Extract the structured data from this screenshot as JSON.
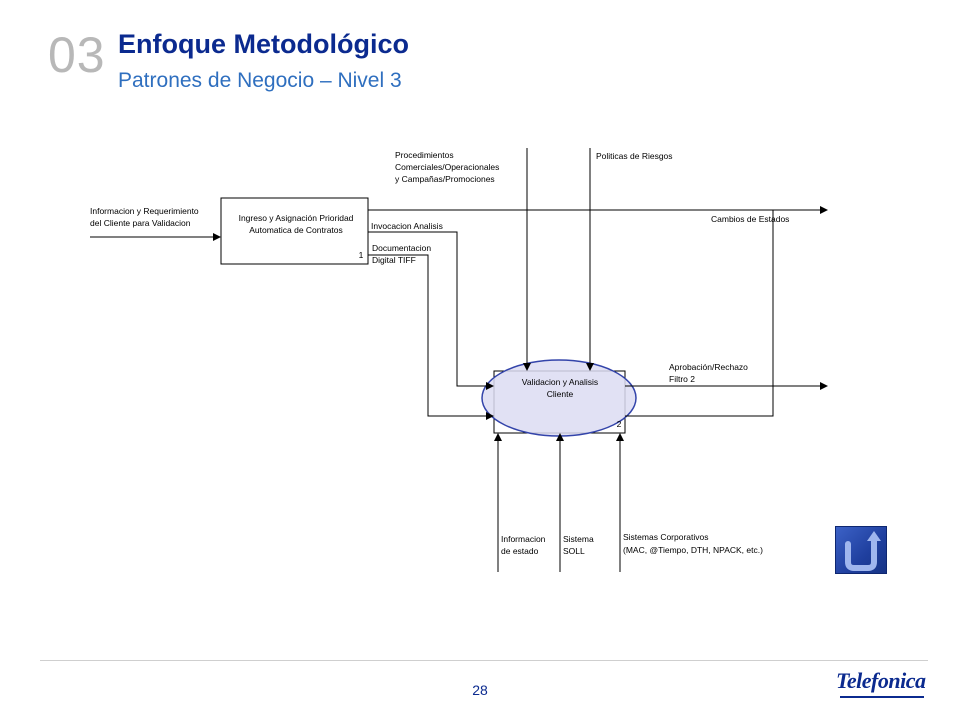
{
  "header": {
    "section_number": "03",
    "title": "Enfoque Metodológico",
    "subtitle": "Patrones de Negocio – Nivel 3"
  },
  "diagram": {
    "boxes": [
      {
        "number": "1",
        "label_lines": [
          "Ingreso y Asignación Prioridad",
          "Automatica de Contratos"
        ]
      },
      {
        "number": "2",
        "label_lines": [
          "Validacion y Analisis",
          "Cliente"
        ]
      }
    ],
    "inputs": {
      "box1": [
        "Informacion y Requerimiento",
        "del Cliente para Validacion"
      ]
    },
    "controls": {
      "procedimientos": [
        "Procedimientos",
        "Comerciales/Operacionales",
        "y Campañas/Promociones"
      ],
      "politicas": [
        "Politicas de Riesgos"
      ]
    },
    "mechanisms": {
      "info_estado": [
        "Informacion",
        "de estado"
      ],
      "sistema_soll": [
        "Sistema",
        "SOLL"
      ],
      "sistemas_corp": [
        "Sistemas Corporativos",
        "(MAC, @Tiempo, DTH, NPACK, etc.)"
      ]
    },
    "flows": {
      "invocacion": "Invocacion Analisis",
      "documentacion": [
        "Documentacion",
        "Digital TIFF"
      ],
      "cambios": "Cambios de Estados",
      "aprobacion": [
        "Aprobación/Rechazo",
        "Filtro 2"
      ]
    },
    "highlight_color": "#3344aa"
  },
  "footer": {
    "page_number": "28",
    "logo_text": "Telefonica"
  },
  "colors": {
    "title": "#0b2a8f",
    "subtitle": "#2f6fbf",
    "section_number": "#b8b8b8"
  }
}
